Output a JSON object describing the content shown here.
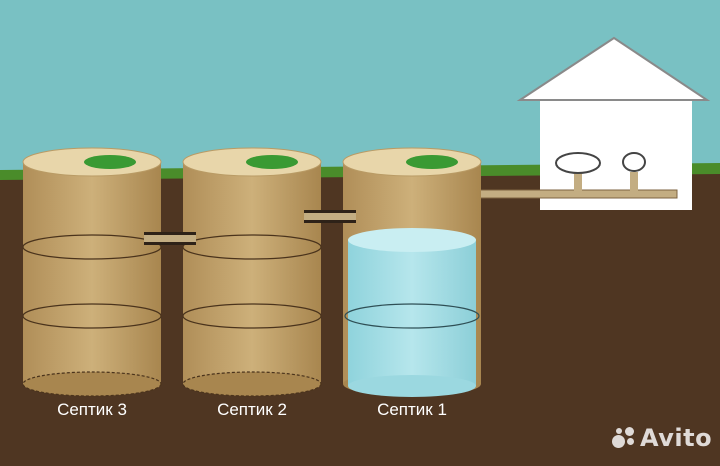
{
  "tanks": [
    {
      "label": "Септик 3",
      "contains_water": false
    },
    {
      "label": "Септик 2",
      "contains_water": false
    },
    {
      "label": "Септик 1",
      "contains_water": true
    }
  ],
  "watermark": {
    "text": "Avito"
  },
  "colors": {
    "sky": "#79c1c3",
    "soil": "#4f3622",
    "grass": "#4a8c2a",
    "tank": "#c9a76d",
    "tank_top": "#e8d6aa",
    "lid": "#3a9a33",
    "water": "#a8dfe6",
    "house": "#ffffff",
    "pipe": "#c3ad82",
    "pipe_joint": "#2e2218"
  }
}
